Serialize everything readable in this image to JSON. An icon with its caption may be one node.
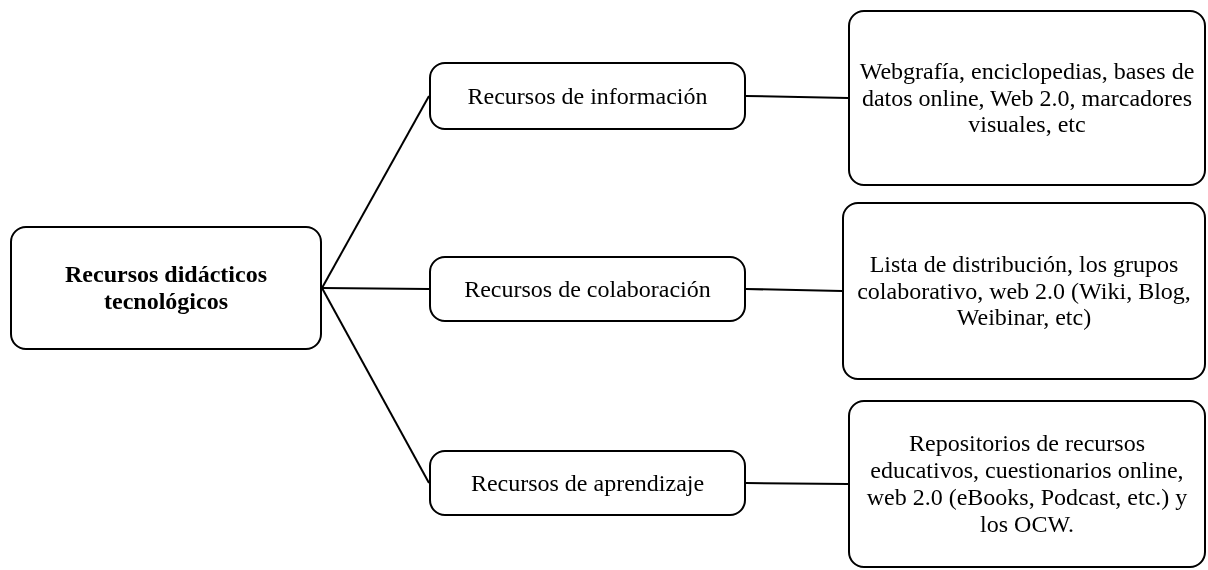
{
  "diagram": {
    "nodes": [
      {
        "text": [
          "Recursos didácticos tecnológicos"
        ]
      },
      {
        "text": [
          "Recursos  de información"
        ]
      },
      {
        "text": [
          "Recursos de colaboración"
        ]
      },
      {
        "text": [
          "Recursos de aprendizaje"
        ]
      },
      {
        "text": [
          "Webgrafía, enciclopedias, bases de datos online, Web 2.0, marcadores visuales, etc"
        ]
      },
      {
        "text": [
          "Lista de distribución, los grupos colaborativo, web 2.0 (Wiki, Blog, Weibinar, etc)"
        ]
      },
      {
        "text": [
          "Repositorios de recursos educativos, cuestionarios online, web 2.0 (eBooks, Podcast, etc.) y los OCW."
        ]
      }
    ],
    "edges": [
      {
        "from": 0,
        "to": 1,
        "arrow": "none"
      },
      {
        "from": 0,
        "to": 2,
        "arrow": "none"
      },
      {
        "from": 0,
        "to": 3,
        "arrow": "none"
      },
      {
        "from": 1,
        "to": 4,
        "arrow": "none"
      },
      {
        "from": 2,
        "to": 5,
        "arrow": "none"
      },
      {
        "from": 3,
        "to": 6,
        "arrow": "none"
      }
    ]
  }
}
